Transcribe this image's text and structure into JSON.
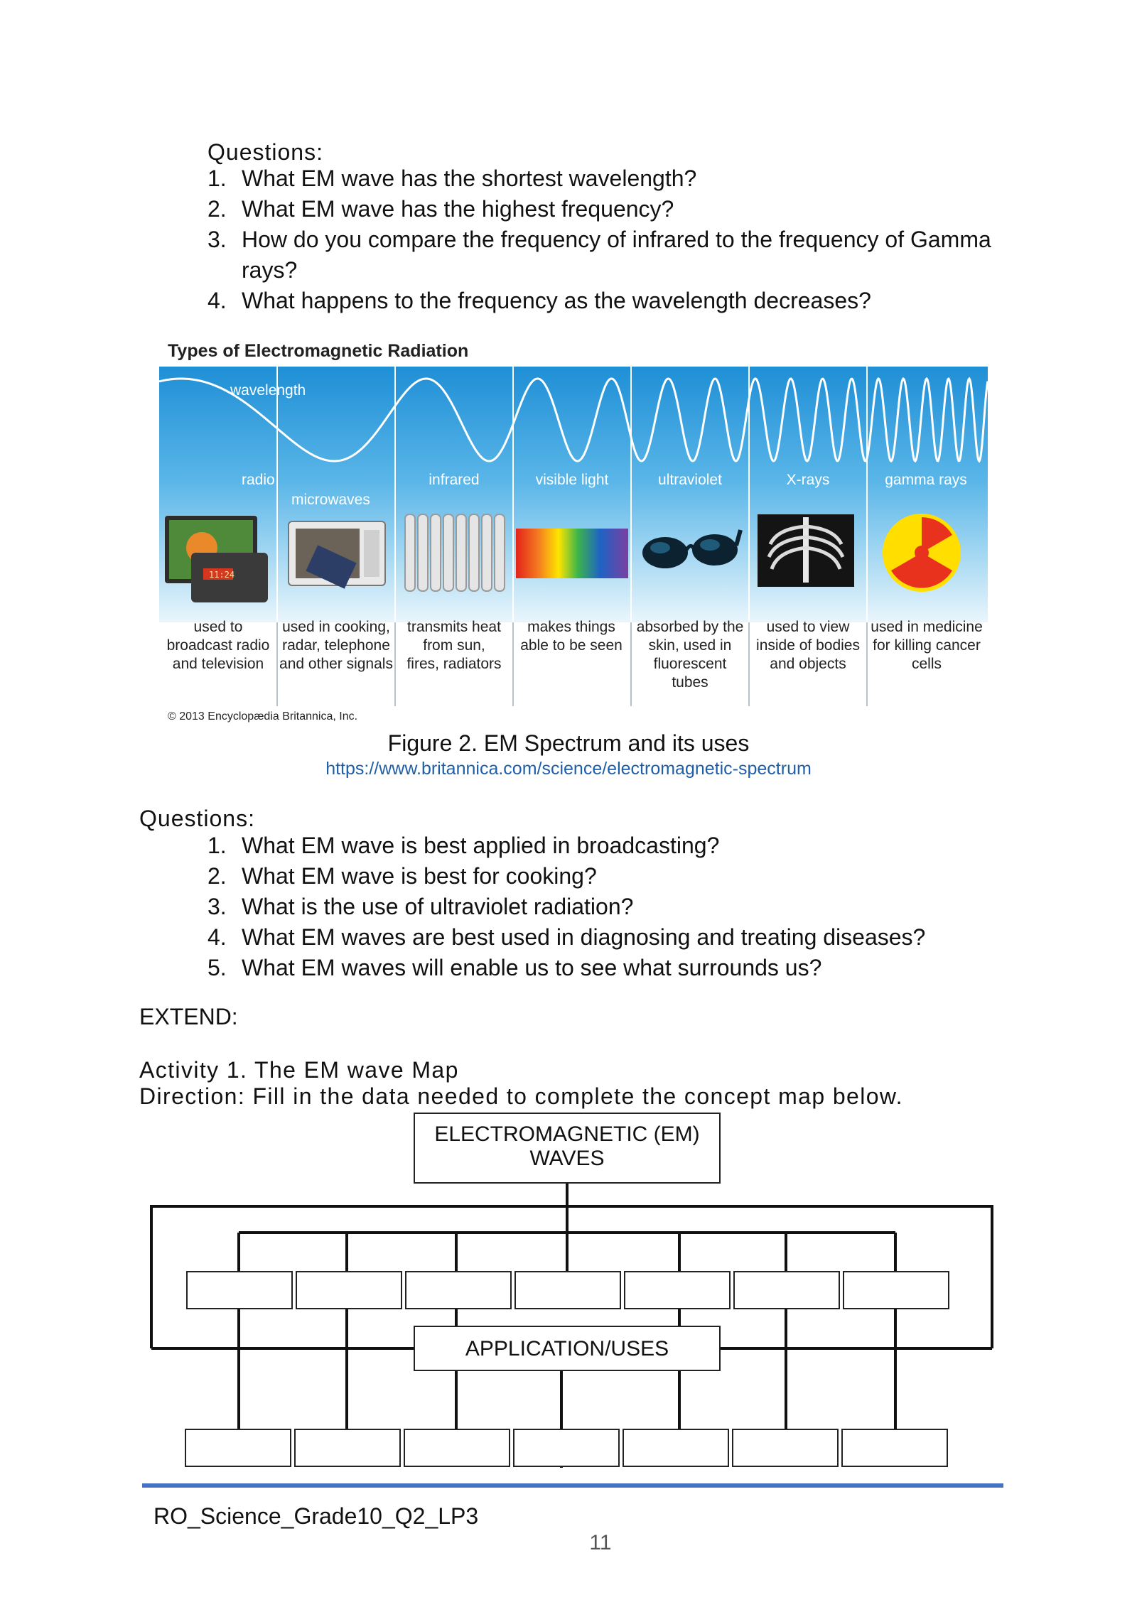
{
  "questions1": {
    "heading": "Questions:",
    "items": [
      {
        "num": "1.",
        "text": "What EM wave has the shortest wavelength?"
      },
      {
        "num": "2.",
        "text": "What EM wave has the highest frequency?"
      },
      {
        "num": "3.",
        "text": "How do you compare the frequency of infrared to the frequency of Gamma rays?"
      },
      {
        "num": "4.",
        "text": "What happens to the frequency as the wavelength decreases?"
      }
    ]
  },
  "figure": {
    "heading": "Types of Electromagnetic Radiation",
    "wavelength_label": "wavelength",
    "bands": [
      "radio",
      "microwaves",
      "infrared",
      "visible light",
      "ultraviolet",
      "X-rays",
      "gamma rays"
    ],
    "uses": [
      "used to broadcast radio and television",
      "used in cooking, radar, telephone and other signals",
      "transmits heat from sun, fires, radiators",
      "makes things able to be seen",
      "absorbed by the skin, used in fluorescent tubes",
      "used to view inside of bodies and objects",
      "used in medicine for killing cancer cells"
    ],
    "clock_text": "11:24",
    "copyright": "© 2013 Encyclopædia Britannica, Inc.",
    "caption": "Figure 2. EM Spectrum and its uses",
    "url": "https://www.britannica.com/science/electromagnetic-spectrum",
    "colors": {
      "sky_top": "#1f8fd6",
      "sky_bottom": "#dff2fb",
      "divider": "#ffffff"
    }
  },
  "questions2": {
    "heading": "Questions:",
    "items": [
      {
        "num": "1.",
        "text": "What EM wave is best applied in broadcasting?"
      },
      {
        "num": "2.",
        "text": "What EM wave is best for cooking?"
      },
      {
        "num": "3.",
        "text": "What is the use of ultraviolet radiation?"
      },
      {
        "num": "4.",
        "text": "What EM waves are best used in diagnosing and treating diseases?"
      },
      {
        "num": "5.",
        "text": "What EM waves will enable us to see what surrounds us?"
      }
    ]
  },
  "extend": {
    "label": "EXTEND:",
    "activity_title": "Activity 1. The EM wave Map",
    "direction": "Direction: Fill in the data needed to complete the concept map below."
  },
  "concept_map": {
    "top_box_line1": "ELECTROMAGNETIC (EM)",
    "top_box_line2": "WAVES",
    "middle_box": "APPLICATION/USES",
    "blank_boxes_per_row": 7
  },
  "footer": {
    "code": "RO_Science_Grade10_Q2_LP3",
    "page_number": "11",
    "rule_color": "#4472c4"
  }
}
